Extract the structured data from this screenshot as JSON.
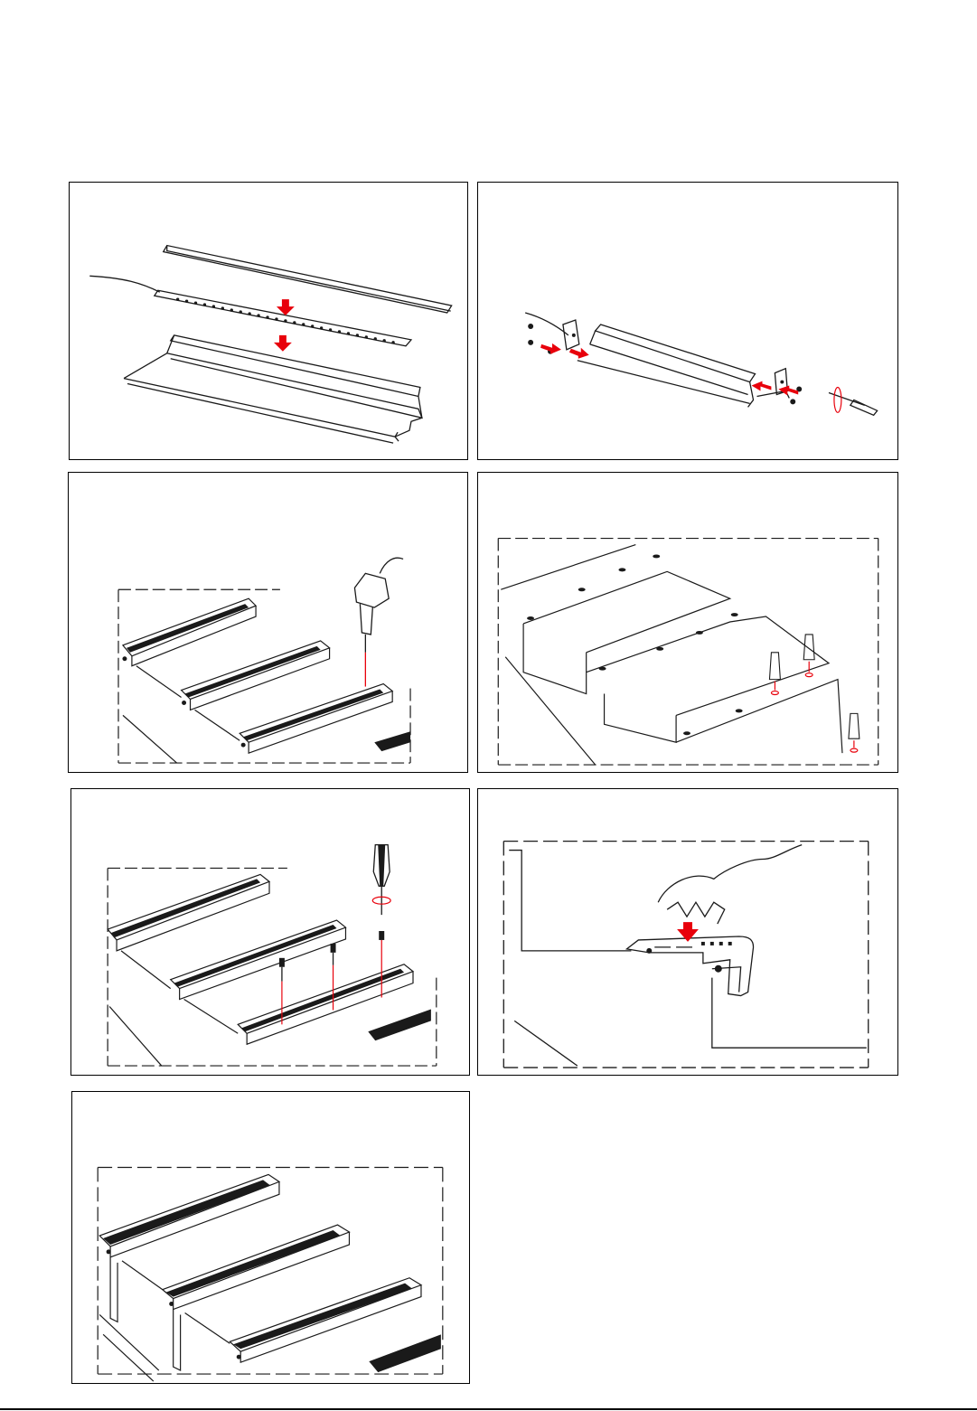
{
  "document": {
    "type": "installation-instructions",
    "accent_color": "#e8000b",
    "line_color": "#1a1a1a"
  },
  "steps": [
    {
      "icon": "profile-assembly-exploded-illustration"
    },
    {
      "icon": "end-cap-screw-assembly-illustration"
    },
    {
      "icon": "drill-stair-nosing-illustration"
    },
    {
      "icon": "wall-plug-insertion-illustration"
    },
    {
      "icon": "screwdriver-fixing-illustration"
    },
    {
      "icon": "anti-slip-insert-pressing-illustration"
    },
    {
      "icon": "finished-stair-nosing-illustration"
    }
  ]
}
